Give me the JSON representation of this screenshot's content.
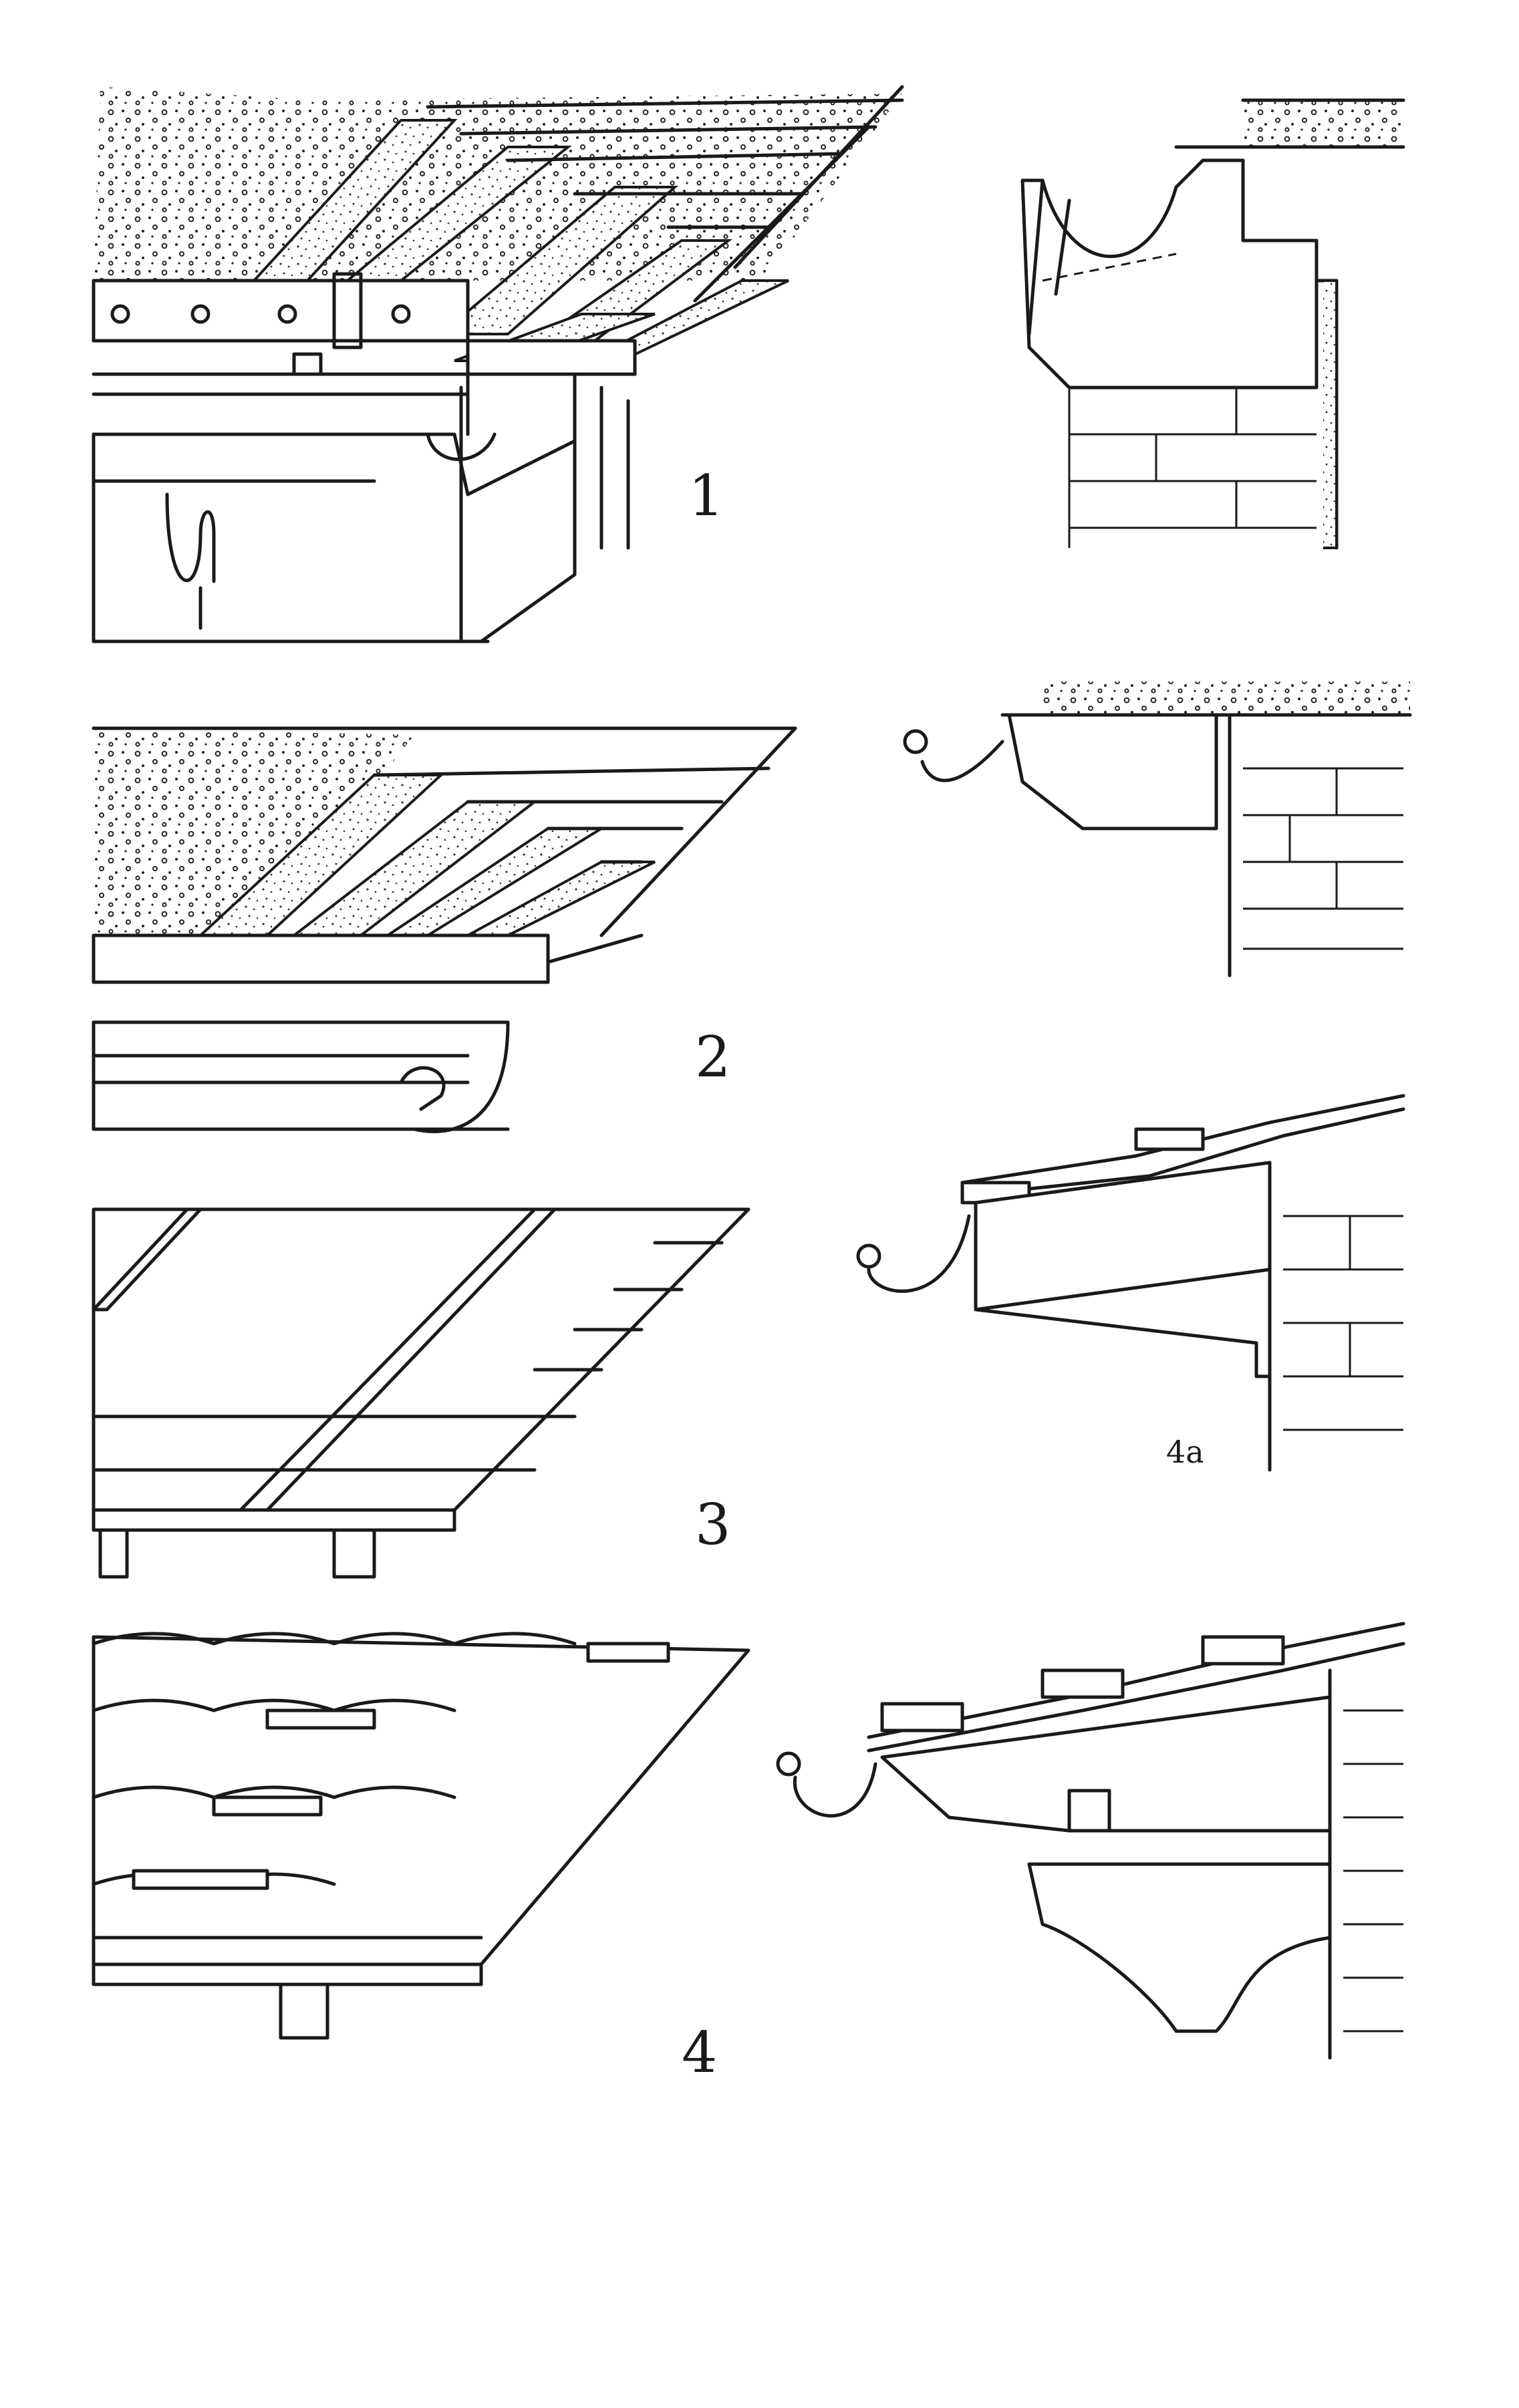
{
  "figure_labels": {
    "fig1": "1",
    "fig2": "2",
    "fig3": "3",
    "fig4": "4",
    "fig4a": "4a"
  }
}
